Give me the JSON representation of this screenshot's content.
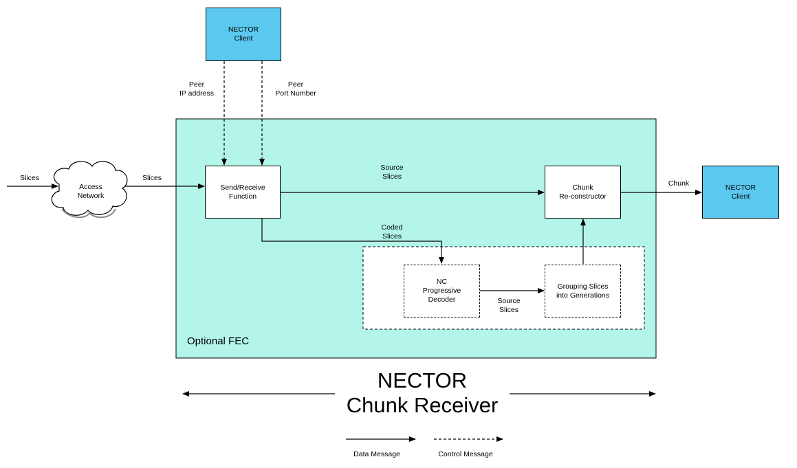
{
  "top_client": {
    "line1": "NECTOR",
    "line2": "Client"
  },
  "right_client": {
    "line1": "NECTOR",
    "line2": "Client"
  },
  "peer_ip": {
    "line1": "Peer",
    "line2": "IP address"
  },
  "peer_port": {
    "line1": "Peer",
    "line2": "Port Number"
  },
  "slices_in": "Slices",
  "slices_out_cloud": "Slices",
  "cloud": {
    "line1": "Access",
    "line2": "Network"
  },
  "send_receive": {
    "line1": "Send/Receive",
    "line2": "Function"
  },
  "chunk_recon": {
    "line1": "Chunk",
    "line2": "Re-constructor"
  },
  "source_slices_top": {
    "line1": "Source",
    "line2": "Slices"
  },
  "coded_slices": {
    "line1": "Coded",
    "line2": "Slices"
  },
  "nc_decoder": {
    "line1": "NC",
    "line2": "Progressive",
    "line3": "Decoder"
  },
  "grouping": {
    "line1": "Grouping Slices",
    "line2": "into Generations"
  },
  "source_slices_bottom": {
    "line1": "Source",
    "line2": "Slices"
  },
  "chunk_label": "Chunk",
  "optional_fec": "Optional FEC",
  "title": {
    "line1": "NECTOR",
    "line2": "Chunk Receiver"
  },
  "legend": {
    "data": "Data Message",
    "control": "Control Message"
  },
  "colors": {
    "fec_region": "#b3f5e8",
    "client": "#5bc8ef"
  }
}
